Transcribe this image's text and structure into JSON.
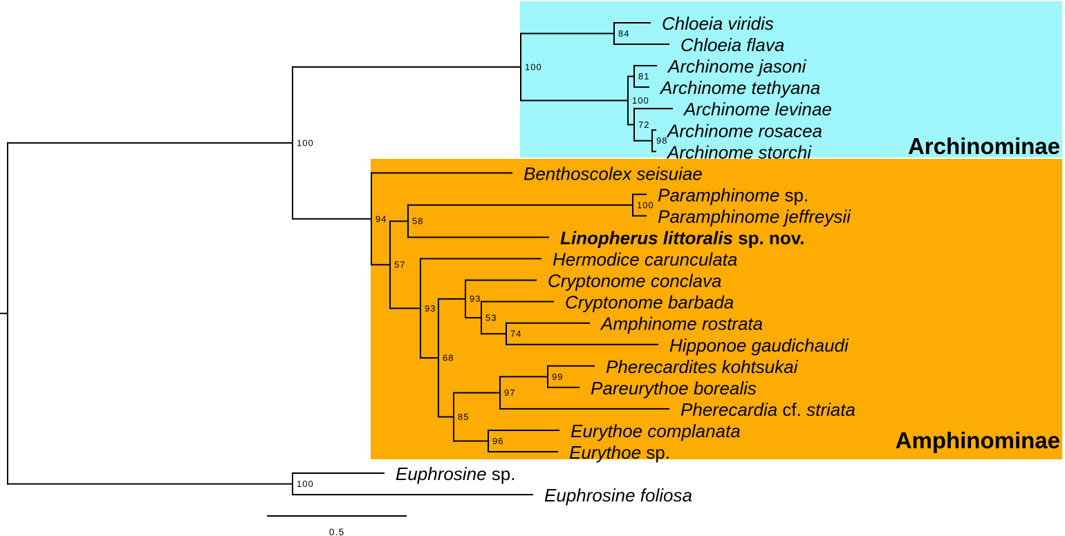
{
  "clades": [
    {
      "name": "Archinominae",
      "color": "#9ef6fb"
    },
    {
      "name": "Amphinominae",
      "color": "#fcac02"
    }
  ],
  "scale_bar": {
    "label": "0.5",
    "length": 0.5
  },
  "tree": {
    "children": [
      {
        "support": "100",
        "length": 1.03,
        "children": [
          {
            "support": "100",
            "length": 0.825,
            "clade": 0,
            "children": [
              {
                "support": "84",
                "length": 0.3375,
                "children": [
                  {
                    "length": 0.13,
                    "name": [
                      {
                        "text": "Chloeia viridis",
                        "style": "i"
                      }
                    ]
                  },
                  {
                    "length": 0.1975,
                    "name": [
                      {
                        "text": "Chloeia flava",
                        "style": "i"
                      }
                    ]
                  }
                ]
              },
              {
                "support": "100",
                "length": 0.3875,
                "children": [
                  {
                    "support": "81",
                    "length": 0.0225,
                    "children": [
                      {
                        "length": 0.08,
                        "name": [
                          {
                            "text": "Archinome jasoni",
                            "style": "i"
                          }
                        ]
                      },
                      {
                        "length": 0.0525,
                        "name": [
                          {
                            "text": "Archinome tethyana",
                            "style": "i"
                          }
                        ]
                      }
                    ]
                  },
                  {
                    "support": "72",
                    "length": 0.0225,
                    "children": [
                      {
                        "length": 0.1375,
                        "name": [
                          {
                            "text": "Archinome levinae",
                            "style": "i"
                          }
                        ]
                      },
                      {
                        "support": "98",
                        "length": 0.065,
                        "children": [
                          {
                            "length": 0.0125,
                            "name": [
                              {
                                "text": "Archinome rosacea",
                                "style": "i"
                              }
                            ]
                          },
                          {
                            "length": 0.0125,
                            "name": [
                              {
                                "text": "Archinome storchi",
                                "style": "i"
                              }
                            ]
                          }
                        ]
                      }
                    ]
                  }
                ]
              }
            ]
          },
          {
            "support": "94",
            "length": 0.285,
            "clade": 1,
            "children": [
              {
                "length": 0.5075,
                "name": [
                  {
                    "text": "Benthoscolex seisuiae",
                    "style": "i"
                  }
                ]
              },
              {
                "support": "57",
                "length": 0.0675,
                "children": [
                  {
                    "support": "58",
                    "length": 0.065,
                    "children": [
                      {
                        "support": "100",
                        "length": 0.8125,
                        "children": [
                          {
                            "length": 0.0475,
                            "name": [
                              {
                                "text": "Paramphinome",
                                "style": "i"
                              },
                              {
                                "text": " sp.",
                                "style": "n"
                              }
                            ]
                          },
                          {
                            "length": 0.0475,
                            "name": [
                              {
                                "text": "Paramphinome jeffreysii",
                                "style": "i"
                              }
                            ]
                          }
                        ]
                      },
                      {
                        "length": 0.5075,
                        "name": [
                          {
                            "text": "Linopherus littoralis",
                            "style": "bi"
                          },
                          {
                            "text": " sp. nov.",
                            "style": "b"
                          }
                        ]
                      }
                    ]
                  },
                  {
                    "support": "93",
                    "length": 0.11,
                    "children": [
                      {
                        "length": 0.435,
                        "name": [
                          {
                            "text": "Hermodice carunculata",
                            "style": "i"
                          }
                        ]
                      },
                      {
                        "support": "68",
                        "length": 0.065,
                        "children": [
                          {
                            "support": "93",
                            "length": 0.0975,
                            "children": [
                              {
                                "length": 0.255,
                                "name": [
                                  {
                                    "text": "Cryptonome conclava",
                                    "style": "i"
                                  }
                                ]
                              },
                              {
                                "support": "53",
                                "length": 0.0575,
                                "children": [
                                  {
                                    "length": 0.26,
                                    "name": [
                                      {
                                        "text": "Cryptonome barbada",
                                        "style": "i"
                                      }
                                    ]
                                  },
                                  {
                                    "support": "74",
                                    "length": 0.09,
                                    "children": [
                                      {
                                        "length": 0.3,
                                        "name": [
                                          {
                                            "text": "Amphinome rostrata",
                                            "style": "i"
                                          }
                                        ]
                                      },
                                      {
                                        "length": 0.5475,
                                        "name": [
                                          {
                                            "text": "Hipponoe gaudichaudi",
                                            "style": "i"
                                          }
                                        ]
                                      }
                                    ]
                                  }
                                ]
                              }
                            ]
                          },
                          {
                            "support": "85",
                            "length": 0.055,
                            "children": [
                              {
                                "support": "97",
                                "length": 0.1675,
                                "children": [
                                  {
                                    "support": "99",
                                    "length": 0.1725,
                                    "children": [
                                      {
                                        "length": 0.1675,
                                        "name": [
                                          {
                                            "text": "Pherecardites kohtsukai",
                                            "style": "i"
                                          }
                                        ]
                                      },
                                      {
                                        "length": 0.1125,
                                        "name": [
                                          {
                                            "text": "Pareurythoe borealis",
                                            "style": "i"
                                          }
                                        ]
                                      }
                                    ]
                                  },
                                  {
                                    "length": 0.61,
                                    "name": [
                                      {
                                        "text": "Pherecardia",
                                        "style": "i"
                                      },
                                      {
                                        "text": " cf. ",
                                        "style": "n"
                                      },
                                      {
                                        "text": "striata",
                                        "style": "i"
                                      }
                                    ]
                                  }
                                ]
                              },
                              {
                                "support": "96",
                                "length": 0.125,
                                "children": [
                                  {
                                    "length": 0.255,
                                    "name": [
                                      {
                                        "text": "Eurythoe complanata",
                                        "style": "i"
                                      }
                                    ]
                                  },
                                  {
                                    "length": 0.25,
                                    "name": [
                                      {
                                        "text": "Eurythoe",
                                        "style": "i"
                                      },
                                      {
                                        "text": " sp.",
                                        "style": "n"
                                      }
                                    ]
                                  }
                                ]
                              }
                            ]
                          }
                        ]
                      }
                    ]
                  }
                ]
              }
            ]
          }
        ]
      },
      {
        "support": "100",
        "length": 1.03,
        "children": [
          {
            "length": 0.33,
            "name": [
              {
                "text": "Euphrosine",
                "style": "i"
              },
              {
                "text": " sp.",
                "style": "n"
              }
            ]
          },
          {
            "length": 0.8675,
            "name": [
              {
                "text": "Euphrosine foliosa",
                "style": "i"
              }
            ]
          }
        ]
      }
    ]
  }
}
